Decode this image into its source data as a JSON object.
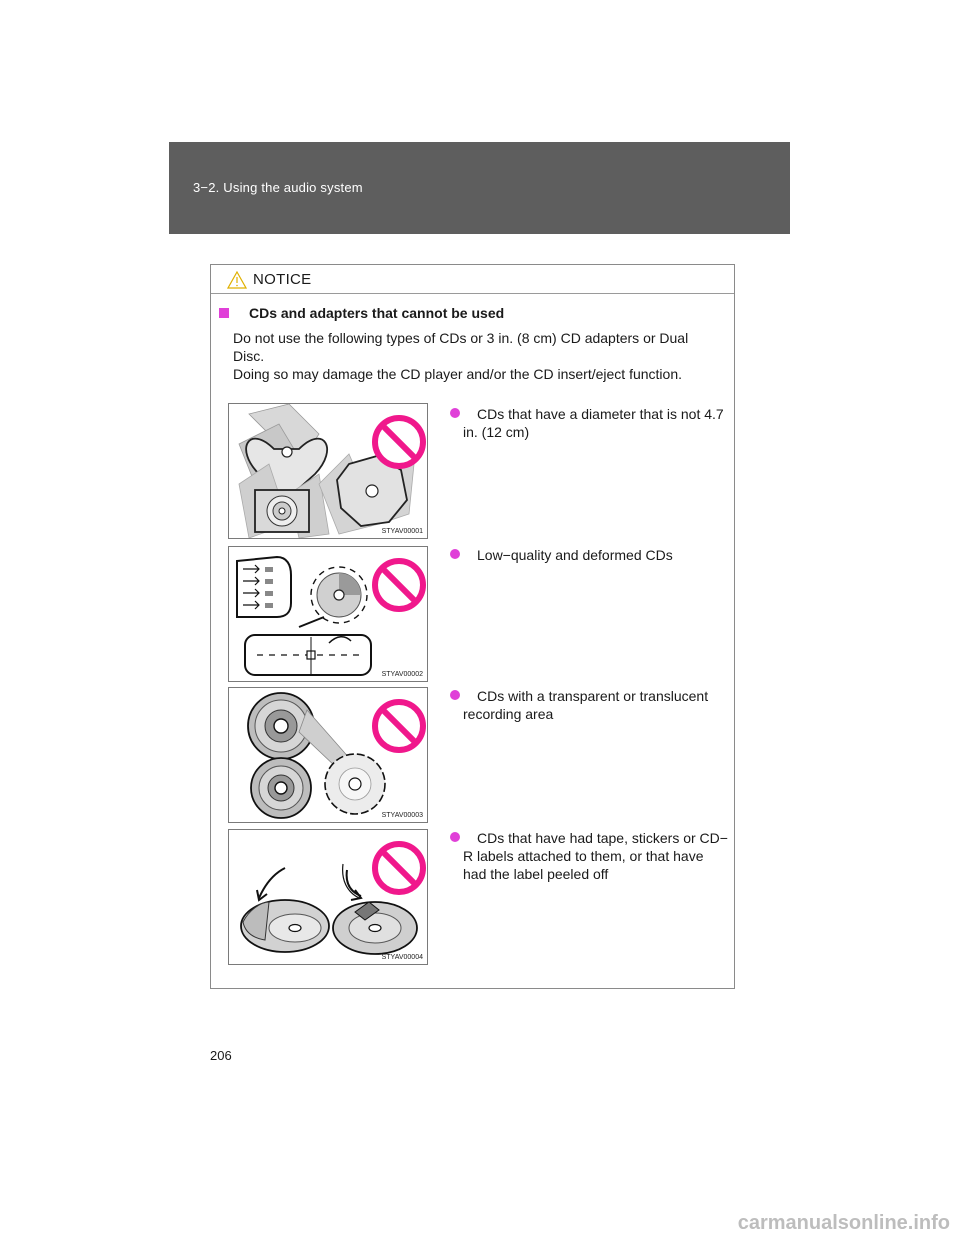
{
  "header": {
    "section": "3−2. Using the audio system"
  },
  "notice": {
    "title": "NOTICE",
    "icon": "warning-triangle-icon",
    "section_title": "CDs and adapters that cannot be used",
    "intro_line1": "Do not use the following types of CDs or 3 in. (8 cm) CD adapters or Dual",
    "intro_line2": "Disc.",
    "intro_line3": "Doing so may damage the CD player and/or the CD insert/eject function.",
    "items": [
      {
        "text_l1": "CDs that have a diameter that is not 4.7",
        "text_l2": "in. (12 cm)",
        "text_l3": "",
        "figure_code": "STYAV00001"
      },
      {
        "text_l1": "Low−quality and deformed CDs",
        "text_l2": "",
        "text_l3": "",
        "figure_code": "STYAV00002"
      },
      {
        "text_l1": "CDs with a transparent or translucent",
        "text_l2": "recording area",
        "text_l3": "",
        "figure_code": "STYAV00003"
      },
      {
        "text_l1": "CDs that have had tape, stickers or CD−",
        "text_l2": "R labels attached to them, or that have",
        "text_l3": "had the label peeled off",
        "figure_code": "STYAV00004"
      }
    ]
  },
  "page_number": "206",
  "watermark": "carmanualsonline.info",
  "colors": {
    "accent": "#e040d8",
    "header_bg": "#5e5e5e",
    "prohibit_red": "#f0188c"
  }
}
